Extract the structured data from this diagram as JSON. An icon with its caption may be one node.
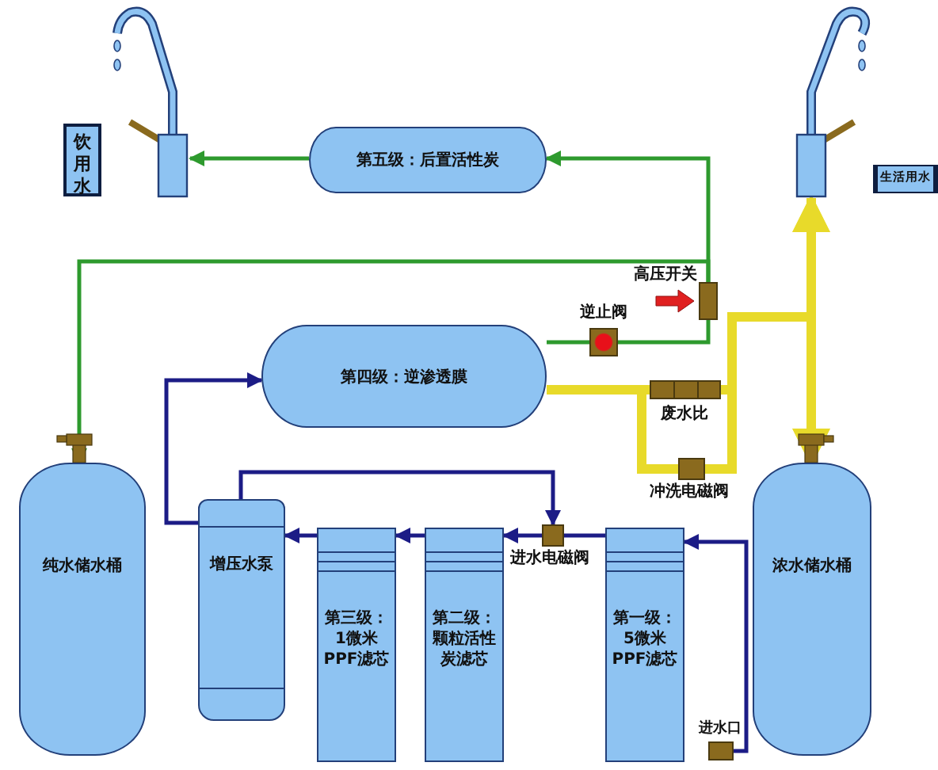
{
  "diagram": {
    "nodes": [
      {
        "text": [],
        "shape": "picture"
      },
      {
        "text": [
          "饮用水"
        ]
      },
      {
        "text": [
          "第五级：后置活性炭"
        ]
      },
      {
        "text": [],
        "shape": "picture"
      },
      {
        "text": [
          "生活用水"
        ]
      },
      {
        "text": [],
        "shape": "box",
        "beside": [
          "高压开关"
        ]
      },
      {
        "text": [],
        "shape": "box",
        "beside": [
          "逆止阀"
        ]
      },
      {
        "text": [
          "第四级：逆渗透膜"
        ]
      },
      {
        "text": [],
        "shape": "box",
        "beside": [
          "废水比"
        ]
      },
      {
        "text": [],
        "shape": "box",
        "beside": [
          "冲洗电磁阀"
        ]
      },
      {
        "text": [
          "纯水储水桶"
        ]
      },
      {
        "text": [
          "浓水储水桶"
        ]
      },
      {
        "text": [
          "增压水泵"
        ]
      },
      {
        "text": [
          "第三级：1微米PPF滤芯"
        ]
      },
      {
        "text": [
          "第二级：颗粒活性炭滤芯"
        ]
      },
      {
        "text": [],
        "shape": "box",
        "beside": [
          "进水电磁阀"
        ]
      },
      {
        "text": [
          "第一级：5微米PPF滤芯"
        ]
      },
      {
        "text": [],
        "shape": "box",
        "beside": [
          "进水口"
        ]
      }
    ],
    "edges": [
      {
        "from": 17,
        "to": 16,
        "arrow": "to"
      },
      {
        "from": 16,
        "to": 15,
        "arrow": "none"
      },
      {
        "from": 15,
        "to": 14,
        "arrow": "to"
      },
      {
        "from": 14,
        "to": 13,
        "arrow": "to"
      },
      {
        "from": 13,
        "to": 12,
        "arrow": "to"
      },
      {
        "from": 12,
        "to": 7,
        "arrow": "to"
      },
      {
        "from": 12,
        "to": 15,
        "arrow": "to"
      },
      {
        "from": 7,
        "to": 6,
        "arrow": "none",
        "color": "#2e9a2e"
      },
      {
        "from": 6,
        "to": 5,
        "arrow": "none",
        "color": "#2e9a2e"
      },
      {
        "from": 5,
        "to": 2,
        "arrow": "to",
        "color": "#2e9a2e"
      },
      {
        "from": 2,
        "to": 0,
        "arrow": "to",
        "color": "#2e9a2e"
      },
      {
        "from": 5,
        "to": 10,
        "arrow": "to",
        "color": "#2e9a2e"
      },
      {
        "from": 7,
        "to": 8,
        "arrow": "none",
        "style": "thick",
        "color": "#e8da2a"
      },
      {
        "from": 7,
        "to": 9,
        "arrow": "none",
        "style": "thick",
        "color": "#e8da2a"
      },
      {
        "from": 8,
        "to": 11,
        "arrow": "to",
        "style": "thick",
        "color": "#e8da2a"
      },
      {
        "from": 8,
        "to": 3,
        "arrow": "to",
        "style": "thick",
        "color": "#e8da2a"
      },
      {
        "from": 9,
        "to": 11,
        "arrow": "to",
        "style": "thick",
        "color": "#e8da2a"
      },
      {
        "from": 9,
        "to": 3,
        "arrow": "to",
        "style": "thick",
        "color": "#e8da2a"
      }
    ]
  }
}
